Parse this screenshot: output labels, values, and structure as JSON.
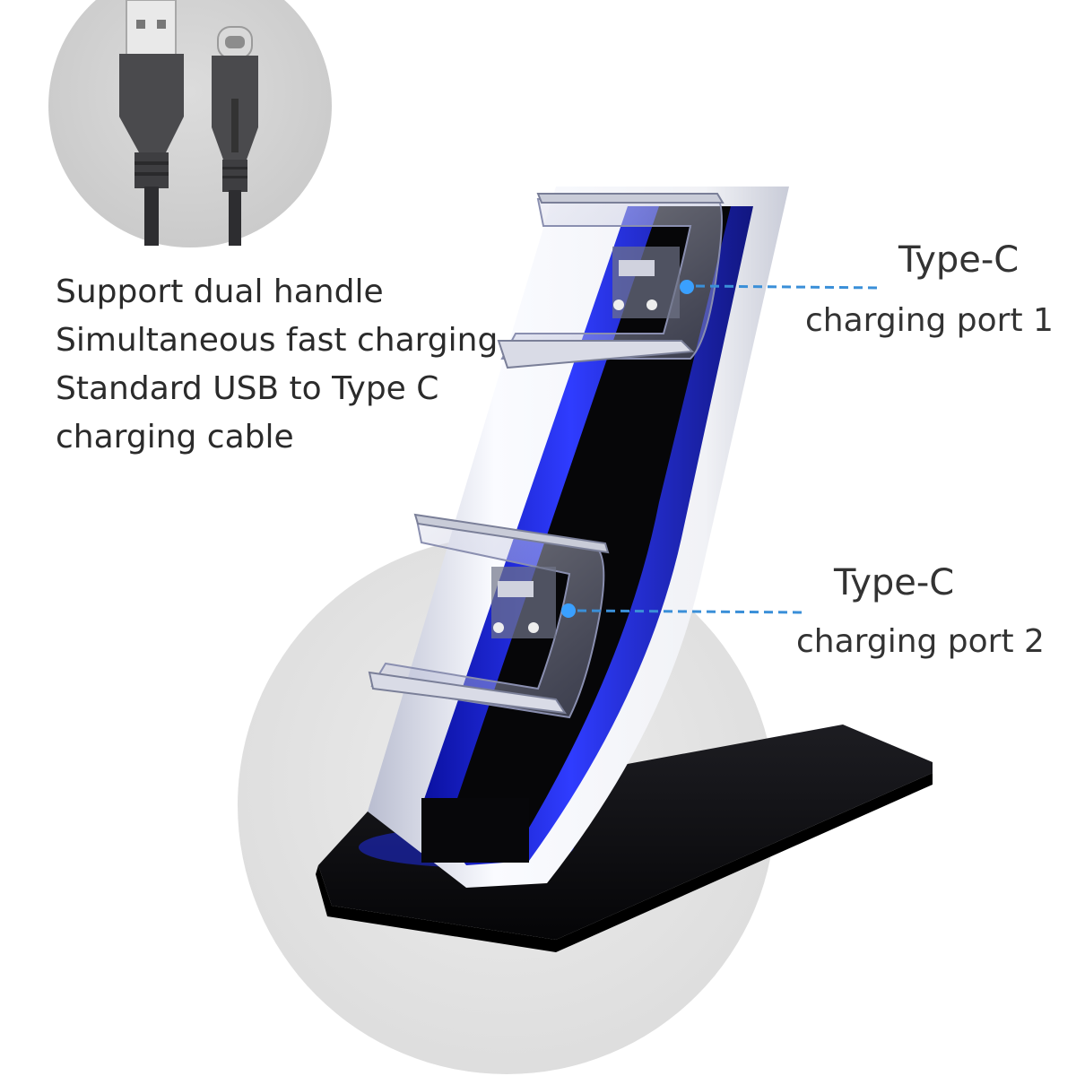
{
  "features": [
    "Support dual handle",
    "Simultaneous fast charging",
    "Standard USB to Type C",
    "charging cable"
  ],
  "ports": [
    {
      "title": "Type-C",
      "subtitle": "charging port 1"
    },
    {
      "title": "Type-C",
      "subtitle": "charging port 2"
    }
  ],
  "colors": {
    "background": "#ffffff",
    "circle": "#d6d6d6",
    "accent_blue": "#1f6fe0",
    "callout_line": "#3a8fd8",
    "stand_white": "#f4f5f8",
    "stand_black": "#0b0b0d"
  },
  "icons": {
    "cable": "usb-to-type-c-cable-icon",
    "product": "dual-controller-charging-stand"
  }
}
